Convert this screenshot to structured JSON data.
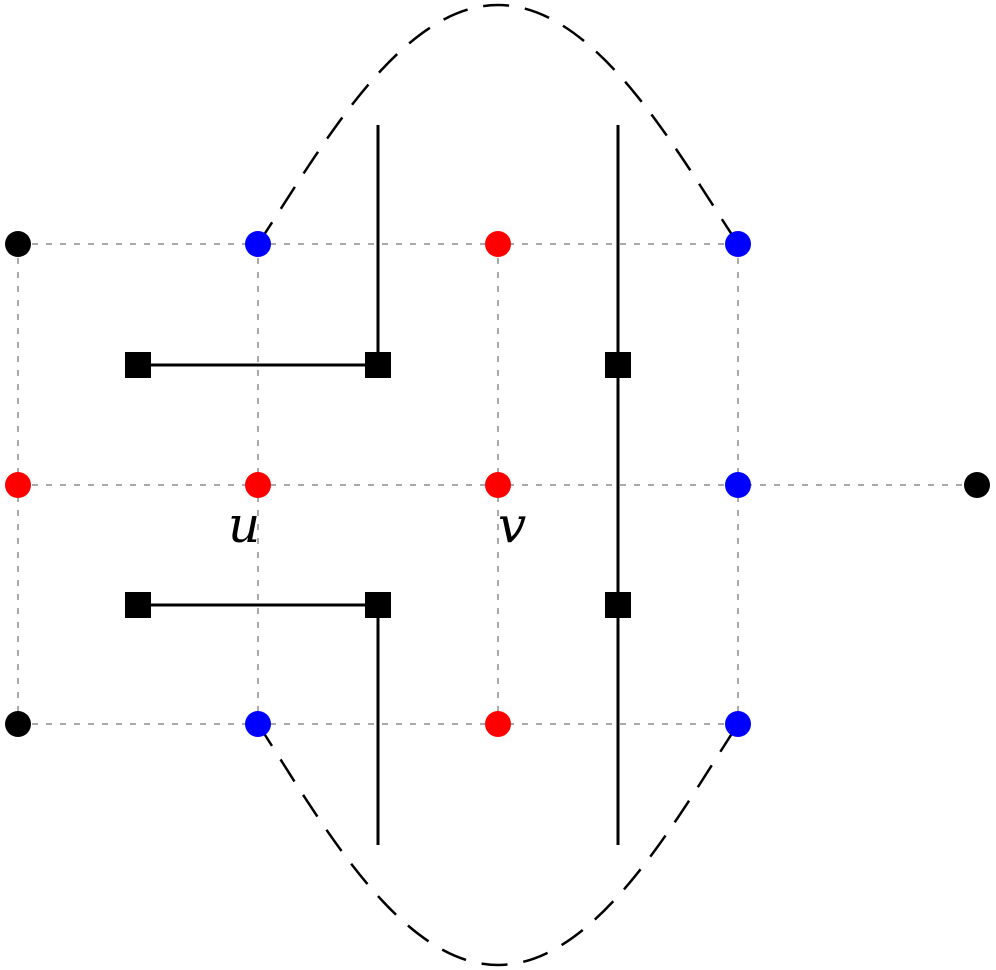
{
  "diagram": {
    "labels": {
      "u": "u",
      "v": "v"
    },
    "colors": {
      "red": "#ff0000",
      "blue": "#0000ff",
      "black": "#000000",
      "grid": "#555555"
    },
    "nodes": [
      {
        "id": "b-top-left",
        "color": "black"
      },
      {
        "id": "blue-top-1",
        "color": "blue"
      },
      {
        "id": "red-top",
        "color": "red"
      },
      {
        "id": "blue-top-2",
        "color": "blue"
      },
      {
        "id": "red-mid-left",
        "color": "red"
      },
      {
        "id": "u",
        "color": "red"
      },
      {
        "id": "v",
        "color": "red"
      },
      {
        "id": "blue-mid",
        "color": "blue"
      },
      {
        "id": "b-mid-right",
        "color": "black"
      },
      {
        "id": "b-bottom-left",
        "color": "black"
      },
      {
        "id": "blue-bottom-1",
        "color": "blue"
      },
      {
        "id": "red-bottom",
        "color": "red"
      },
      {
        "id": "blue-bottom-2",
        "color": "blue"
      }
    ]
  }
}
